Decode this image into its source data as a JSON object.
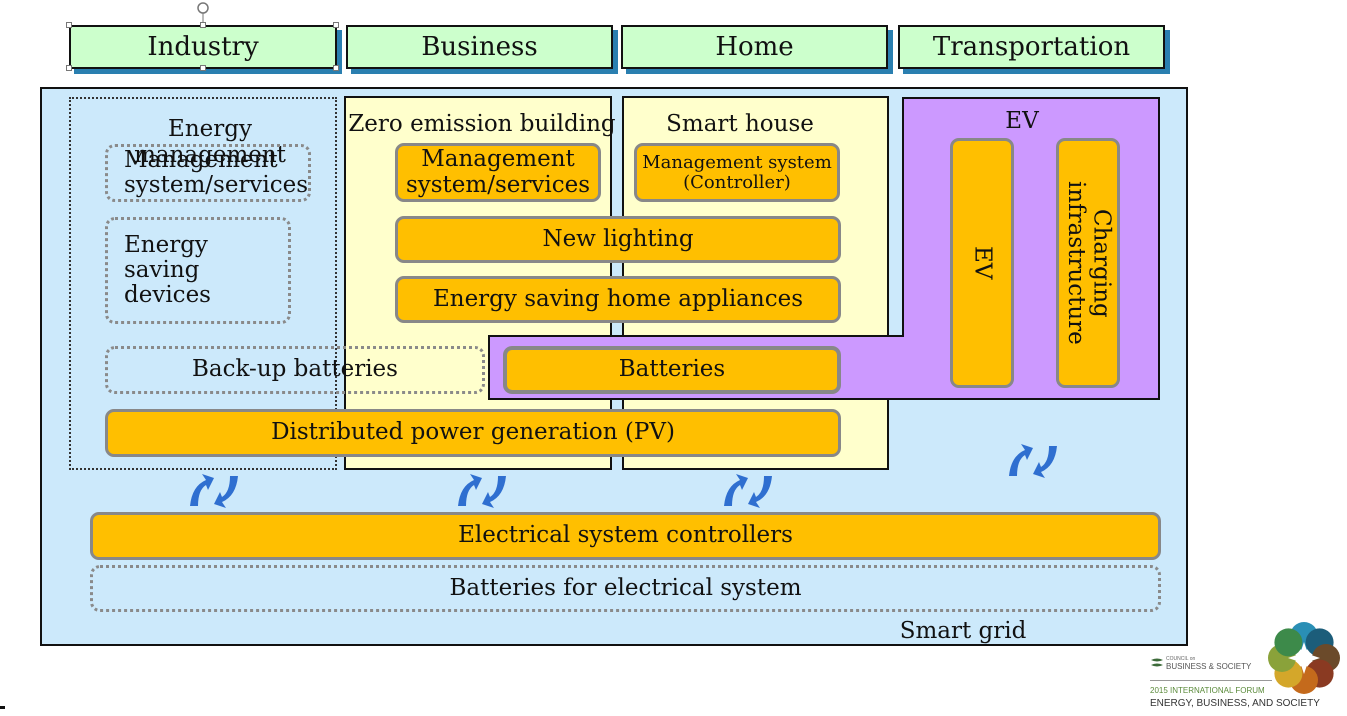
{
  "headers": [
    "Industry",
    "Business",
    "Home",
    "Transportation"
  ],
  "industry": {
    "title": "Energy management",
    "management": "Management\nsystem/services",
    "saving": "Energy saving\ndevices"
  },
  "business": {
    "title": "Zero emission building",
    "management": "Management\nsystem/services"
  },
  "home": {
    "title": "Smart house",
    "management": "Management system\n(Controller)"
  },
  "transport": {
    "title": "EV",
    "ev": "EV",
    "charging": "Charging\ninfrastructure"
  },
  "shared": {
    "lighting": "New lighting",
    "appliances": "Energy saving home appliances",
    "backup": "Back-up batteries",
    "batteries": "Batteries",
    "pv": "Distributed power generation (PV)",
    "controllers": "Electrical system controllers",
    "grid_batteries": "Batteries for electrical system",
    "smart_grid": "Smart grid"
  },
  "logo": {
    "council_small": "COUNCIL on",
    "council": "BUSINESS & SOCIETY",
    "forum": "2015 INTERNATIONAL FORUM",
    "name": "ENERGY, BUSINESS, AND SOCIETY",
    "petal_colors": [
      "#2a8fb5",
      "#1c5d7a",
      "#6b4a2a",
      "#8a3a22",
      "#c46a1c",
      "#d4a72a",
      "#8aa23a",
      "#3d8a4a"
    ]
  },
  "colors": {
    "header_bg": "#ccffcc",
    "grid_bg": "#cce9fb",
    "panel_bg": "#ffffcc",
    "box_orange": "#ffbf00",
    "ev_purple": "#cc99ff",
    "arrow_blue": "#2f6fd0"
  }
}
